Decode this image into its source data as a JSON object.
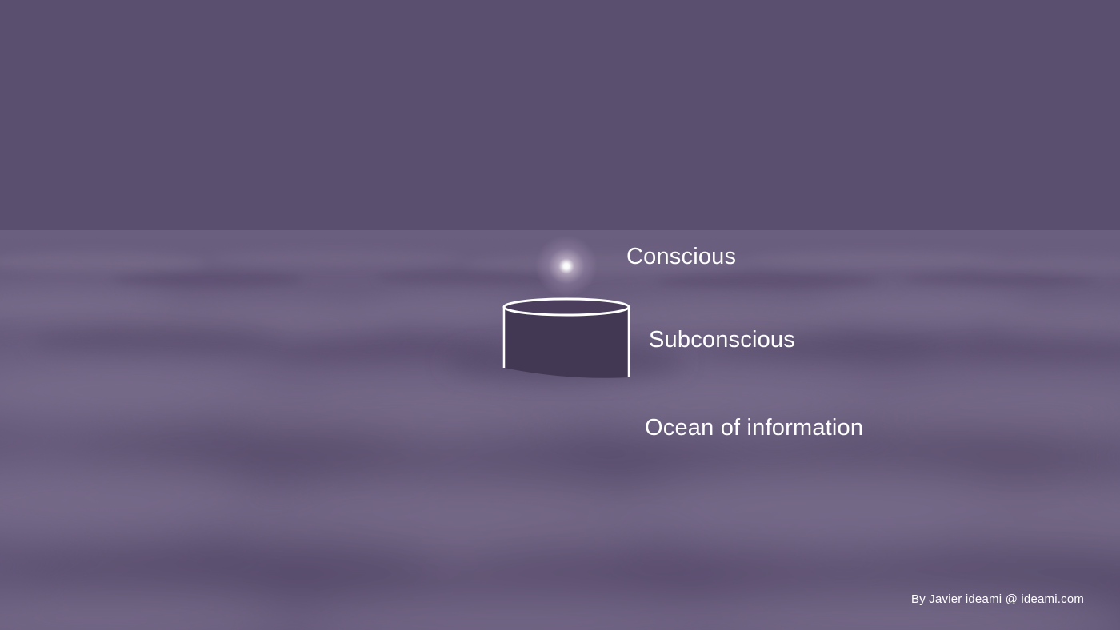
{
  "labels": {
    "conscious": "Conscious",
    "subconscious": "Subconscious",
    "ocean": "Ocean of information"
  },
  "credit": "By Javier ideami @ ideami.com",
  "colors": {
    "sky": "#5b4f6f",
    "cloud_light": "#7a6e8c",
    "cloud_dark": "#564a6a",
    "cylinder_fill": "#433854",
    "outline": "#ffffff"
  },
  "icons": {
    "light": "glowing-light-icon",
    "container": "cylinder-icon"
  }
}
